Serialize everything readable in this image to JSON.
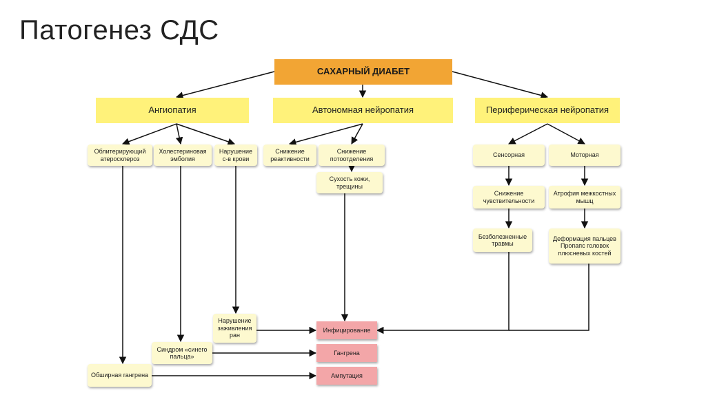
{
  "slide": {
    "title": "Патогенез СДС"
  },
  "nodes": {
    "root": "САХАРНЫЙ ДИАБЕТ",
    "angiopathy": "Ангиопатия",
    "autonomic": "Автономная нейропатия",
    "peripheral": "Периферическая нейропатия",
    "obliterating": "Облитерирующий атеросклероз",
    "cholesterol": "Холестериновая эмболия",
    "blood_disorder": "Нарушение с-в крови",
    "reactivity": "Снижение реактивности",
    "sweating": "Снижение потоотделения",
    "dry_skin": "Сухость кожи, трещины",
    "sensory": "Сенсорная",
    "motor": "Моторная",
    "sensitivity": "Снижение чувствительности",
    "atrophy": "Атрофия межкостных мышц",
    "painless": "Безболезненные травмы",
    "deformation": "Деформация пальцев Пропапс головок плюсневых костей",
    "healing": "Нарушение заживления ран",
    "blue_toe": "Синдром «синего пальца»",
    "extensive_gangrene": "Обширная гангрена",
    "infection": "Инфицирование",
    "gangrene": "Гангрена",
    "amputation": "Ампутация"
  }
}
